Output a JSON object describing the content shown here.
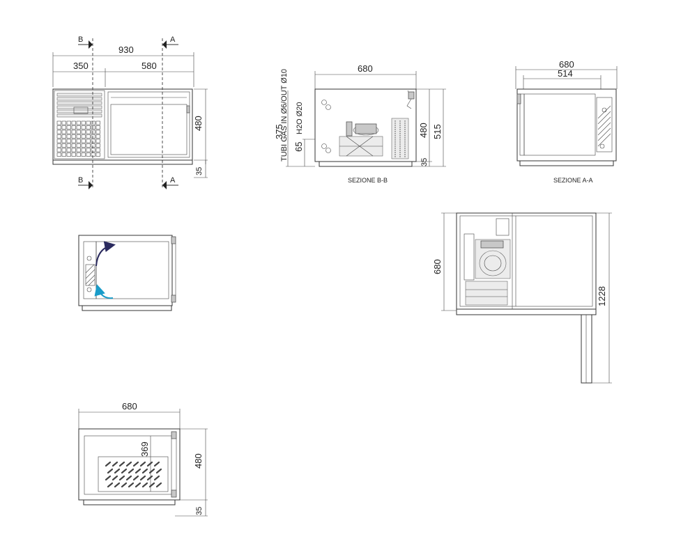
{
  "top_view": {
    "dim_total": "930",
    "dim_left": "350",
    "dim_right": "580",
    "dim_height": "480",
    "dim_base": "35",
    "section_b": "B",
    "section_a": "A"
  },
  "section_bb": {
    "caption": "SEZIONE B-B",
    "dim_width": "680",
    "dim_480": "480",
    "dim_515": "515",
    "dim_35": "35",
    "dim_375": "375",
    "dim_65": "65",
    "pipes_label": "TUBI GAS IN Ø6/OUT Ø10",
    "water_label": "H2O Ø20"
  },
  "section_aa": {
    "caption": "SEZIONE A-A",
    "dim_680": "680",
    "dim_514": "514"
  },
  "plan_view": {
    "dim_680": "680",
    "dim_1228": "1228"
  },
  "drawer_view": {
    "dim_680": "680",
    "dim_369": "369",
    "dim_480": "480",
    "dim_35": "35"
  },
  "colors": {
    "airflow_in": "#1a9cc9",
    "airflow_out": "#2a2a5e"
  }
}
